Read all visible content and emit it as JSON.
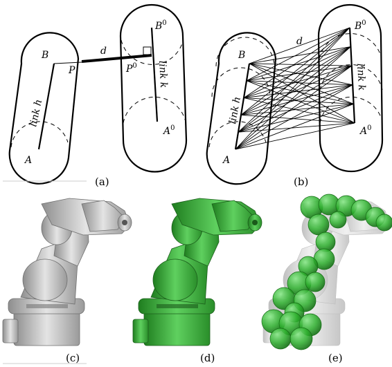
{
  "panels": {
    "a": {
      "caption": "(a)",
      "link1_label": "link h",
      "link2_label": "link k",
      "point_B": "B",
      "point_A": "A",
      "point_P": "P",
      "point_B0": "B0",
      "point_A0": "A0",
      "point_P0": "P0",
      "distance_label": "d"
    },
    "b": {
      "caption": "(b)",
      "link1_label": "link h",
      "link2_label": "link k",
      "point_B": "B",
      "point_A": "A",
      "point_B0": "B0",
      "point_A0": "A0",
      "distance_label": "d"
    },
    "c": {
      "caption": "(c)"
    },
    "d": {
      "caption": "(d)"
    },
    "e": {
      "caption": "(e)"
    }
  },
  "colors": {
    "robot_gray": "#c9c9c9",
    "robot_green": "#3aa63a",
    "sphere_green": "#2fb12f"
  }
}
